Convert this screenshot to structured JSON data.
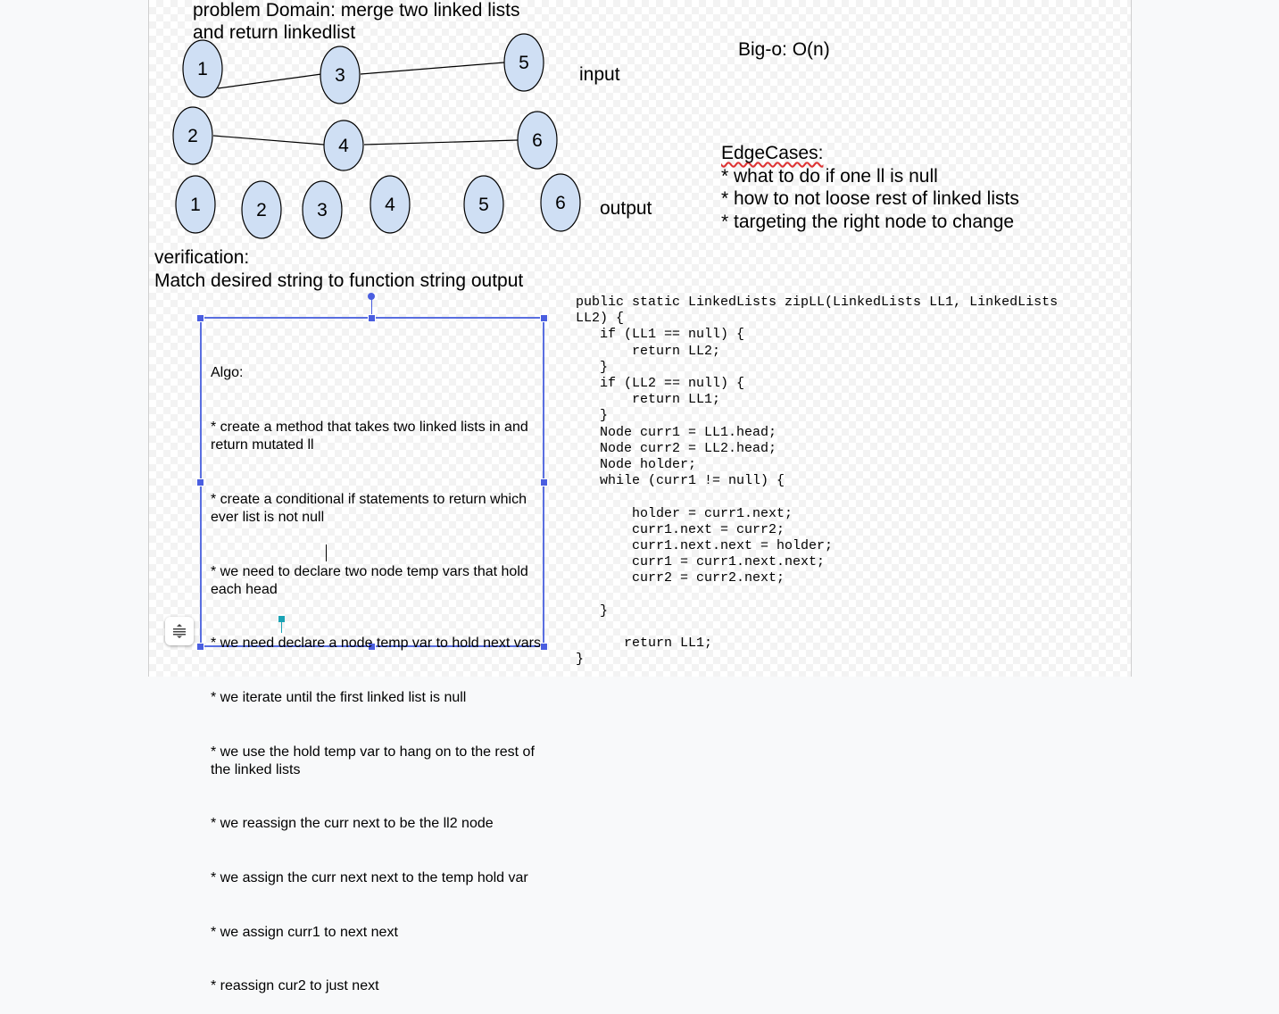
{
  "title_line1": "problem Domain: merge two linked lists",
  "title_line2": "and return linkedlist",
  "big_o": "Big-o: O(n)",
  "input_label": "input",
  "output_label": "output",
  "edge_cases": {
    "title": "EdgeCases:",
    "items": [
      "* what to do if one ll is null",
      "* how to not loose rest of linked lists",
      "* targeting the right node to change"
    ]
  },
  "verification": {
    "title": "verification:",
    "text": "Match desired string to function string output"
  },
  "nodes": {
    "list1": [
      "1",
      "3",
      "5"
    ],
    "list2": [
      "2",
      "4",
      "6"
    ],
    "output": [
      "1",
      "2",
      "3",
      "4",
      "5",
      "6"
    ]
  },
  "node_color": "#cfdff4",
  "algo": {
    "lines": [
      "Algo:",
      "* create a method that takes two linked lists in and return mutated ll",
      "* create a conditional if statements to return which ever list is not null",
      "* we need to declare two node temp vars that hold each head",
      "* we need declare a node temp var to hold next vars",
      "* we iterate until the first linked list is null",
      "* we use the hold temp var to hang on to the rest of the linked lists",
      "* we reassign the curr next to be the ll2 node",
      "* we assign the curr next next to the temp hold var",
      "* we assign curr1 to next next",
      "* reassign cur2 to just next"
    ]
  },
  "code": {
    "lines": [
      "public static LinkedLists zipLL(LinkedLists LL1, LinkedLists",
      "LL2) {",
      "   if (LL1 == null) {",
      "       return LL2;",
      "   }",
      "   if (LL2 == null) {",
      "       return LL1;",
      "   }",
      "   Node curr1 = LL1.head;",
      "   Node curr2 = LL2.head;",
      "   Node holder;",
      "   while (curr1 != null) {",
      "",
      "       holder = curr1.next;",
      "       curr1.next = curr2;",
      "       curr1.next.next = holder;",
      "       curr1 = curr1.next.next;",
      "       curr2 = curr2.next;",
      "",
      "   }",
      "",
      "      return LL1;",
      "}"
    ]
  }
}
